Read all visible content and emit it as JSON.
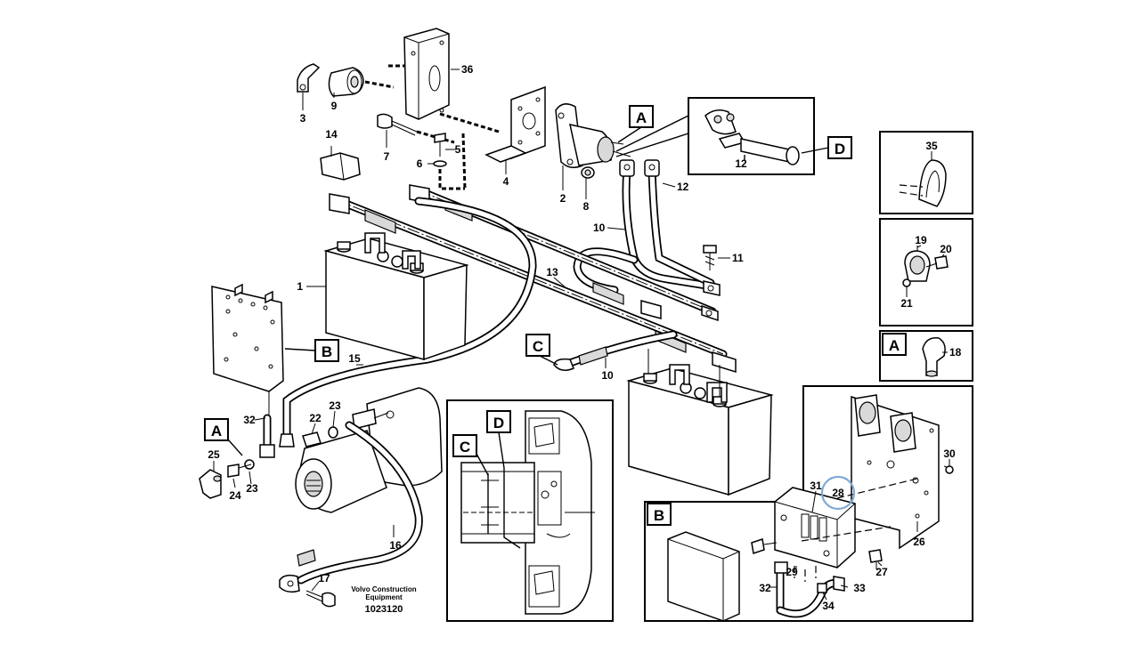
{
  "figure": {
    "publisher_line1": "Volvo Construction",
    "publisher_line2": "Equipment",
    "figure_number": "1023120"
  },
  "part_numbers": {
    "p1": "1",
    "p2": "2",
    "p3": "3",
    "p4": "4",
    "p5": "5",
    "p6": "6",
    "p7": "7",
    "p8": "8",
    "p9": "9",
    "p10a": "10",
    "p10b": "10",
    "p11": "11",
    "p12a": "12",
    "p12b": "12",
    "p13": "13",
    "p14": "14",
    "p15": "15",
    "p16": "16",
    "p17": "17",
    "p18": "18",
    "p19": "19",
    "p20": "20",
    "p21": "21",
    "p22": "22",
    "p23a": "23",
    "p23b": "23",
    "p24": "24",
    "p25": "25",
    "p26": "26",
    "p27": "27",
    "p28": "28",
    "p29": "29",
    "p30": "30",
    "p31": "31",
    "p32a": "32",
    "p32b": "32",
    "p33": "33",
    "p34": "34",
    "p35": "35",
    "p36": "36"
  },
  "callouts": {
    "a_top": "A",
    "a_left": "A",
    "a_inset": "A",
    "b_left": "B",
    "b_inset": "B",
    "c_cable": "C",
    "c_inset": "C",
    "d_top": "D",
    "d_inset": "D"
  },
  "highlight": {
    "color": "#7fa8d6",
    "part": "28"
  }
}
